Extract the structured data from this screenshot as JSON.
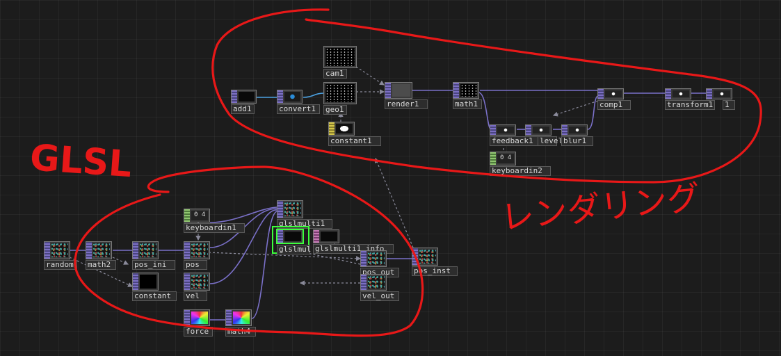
{
  "annotations": {
    "glsl_label": "GLSL",
    "rendering_label": "レンダリング"
  },
  "nodes": {
    "cam1": "cam1",
    "add1": "add1",
    "convert1": "convert1",
    "geo1": "geo1",
    "render1": "render1",
    "math1": "math1",
    "comp1": "comp1",
    "transform1": "transform1",
    "transform_tail": "1",
    "constant1": "constant1",
    "feedback1": "feedback1",
    "level1": "level1",
    "blur1": "blur1",
    "keyboardin2": "keyboardin2",
    "keyboardin1": "keyboardin1",
    "glslmulti1": "glslmulti1",
    "glslmul": "glslmul",
    "glslmulti1_info": "glslmulti1_info",
    "random": "random",
    "math2": "math2",
    "pos_ini": "pos_ini",
    "pos": "pos",
    "pos_out": "pos_out",
    "pos_inst": "pos_inst",
    "constant": "constant",
    "vel": "vel",
    "vel_out": "vel_out",
    "force": "force",
    "math4": "math4",
    "chop_glyph": "0 4"
  },
  "colors": {
    "background": "#1c1c1c",
    "wire": "#7a70c8",
    "wire_blue": "#4aa0e0",
    "annotation": "#e81818",
    "selection": "#3cff3c"
  }
}
